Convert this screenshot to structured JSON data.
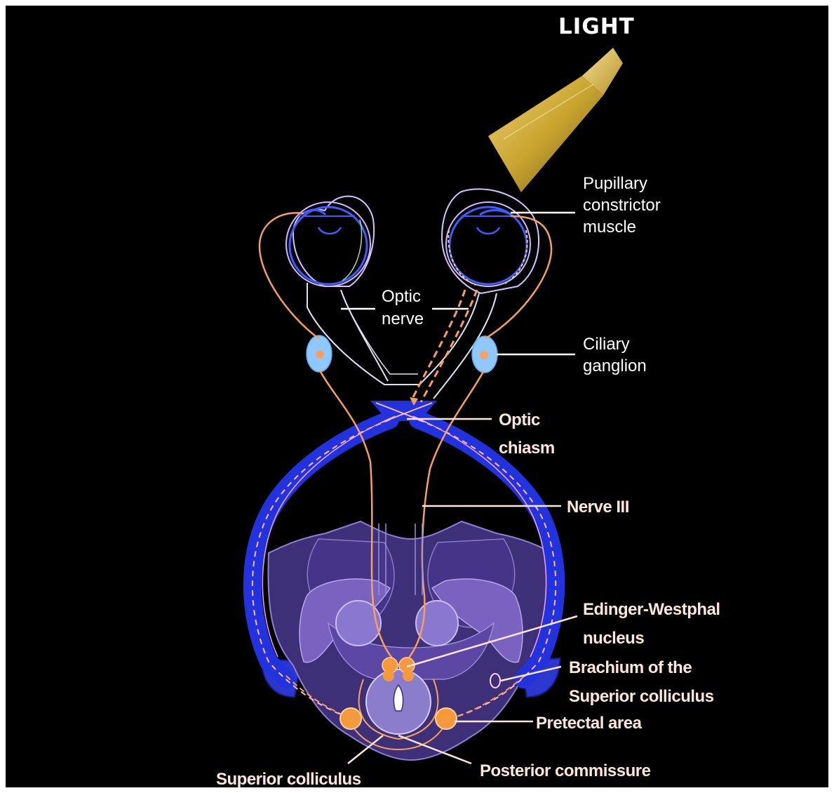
{
  "title": "LIGHT",
  "labels": {
    "pupillary_1": "Pupillary",
    "pupillary_2": "constrictor",
    "pupillary_3": "muscle",
    "optic_nerve_1": "Optic",
    "optic_nerve_2": "nerve",
    "ciliary_1": "Ciliary",
    "ciliary_2": "ganglion",
    "chiasm_1": "Optic",
    "chiasm_2": "chiasm",
    "nerve3": "Nerve III",
    "ew_1": "Edinger-Westphal",
    "ew_2": "nucleus",
    "brachium_1": "Brachium of the",
    "brachium_2": "Superior colliculus",
    "pretectal": "Pretectal area",
    "posterior": "Posterior commissure",
    "superior": "Superior colliculus"
  },
  "colors": {
    "background": "#000000",
    "optic_tract": "#2233dd",
    "brainstem": "#4a3a8c",
    "nerve_orange": "#f5a060",
    "nucleus": "#f59a3c",
    "light_beam": "#d9b53a"
  }
}
